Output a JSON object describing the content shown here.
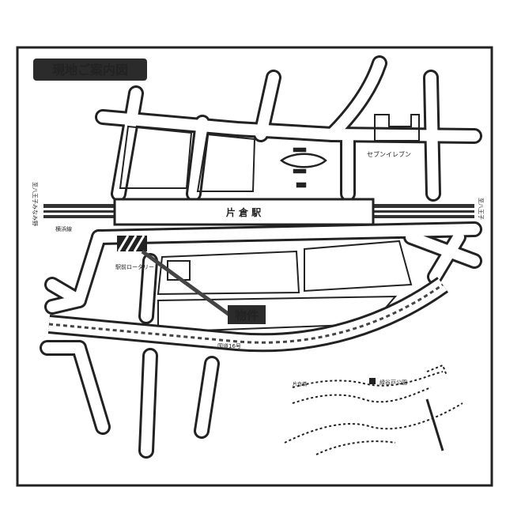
{
  "map": {
    "title": "現地ご案内図",
    "station_name": "片 倉 駅",
    "property_label": "物件",
    "seven_eleven": "セブンイレブン",
    "route_16": "国道16号",
    "left_top_label": "至八王子みなみ野",
    "left_line_label": "横浜線",
    "right_top_label": "至八王子",
    "roundabout_label": "駅前ロータリー",
    "park_label": "緑谷戸公園",
    "bridge_label": "片倉橋",
    "colors": {
      "ink": "#222222",
      "paper": "#ffffff",
      "title_bg": "#2b2b2b",
      "title_text": "#ffffff"
    }
  }
}
